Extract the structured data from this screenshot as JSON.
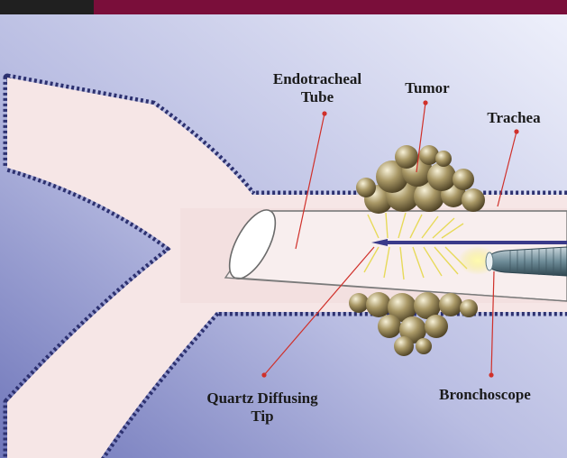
{
  "header": {
    "left_color": "#202020",
    "right_color": "#7a0e3a"
  },
  "colors": {
    "background_light": "#e8ecf8",
    "background_dark": "#8a90c8",
    "airway": "#f6e6e6",
    "tumor": "#9b8a5e",
    "leader_line": "#d0302a",
    "laser_light": "#f2e96a",
    "fiber": "#3a3a8a"
  },
  "labels": {
    "endotracheal_line1": "Endotracheal",
    "endotracheal_line2": "Tube",
    "tumor": "Tumor",
    "trachea": "Trachea",
    "quartz_line1": "Quartz Diffusing",
    "quartz_line2": "Tip",
    "bronchoscope": "Bronchoscope"
  }
}
